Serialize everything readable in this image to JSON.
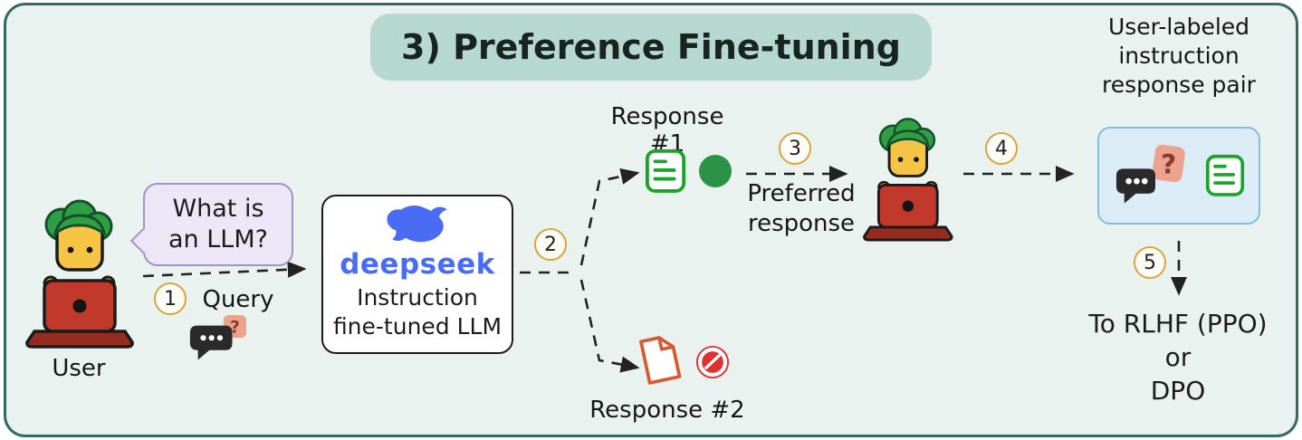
{
  "title": "3) Preference Fine-tuning",
  "user": {
    "label": "User",
    "bubble": {
      "line1": "What is",
      "line2": "an LLM?"
    }
  },
  "flow": {
    "step1": "1",
    "step2": "2",
    "step3": "3",
    "step4": "4",
    "step5": "5",
    "query_label": "Query",
    "preferred_line1": "Preferred",
    "preferred_line2": "response"
  },
  "query_icon": {
    "q_mark": "?"
  },
  "model": {
    "brand": "deepseek",
    "desc_line1": "Instruction",
    "desc_line2": "fine-tuned LLM"
  },
  "responses": {
    "r1_label": "Response #1",
    "r2_label": "Response #2"
  },
  "pair": {
    "title_line1": "User-labeled",
    "title_line2": "instruction",
    "title_line3": "response pair",
    "q_mark": "?"
  },
  "output": {
    "line1": "To RLHF (PPO)",
    "line2": "or",
    "line3": "DPO"
  },
  "colors": {
    "panel_bg": "#e9f2ef",
    "panel_border": "#356b5e",
    "title_bg": "#b6d8d0",
    "bubble_bg": "#ece6f6",
    "bubble_border": "#a391c9",
    "step_circle_border": "#dba43a",
    "brand_blue": "#4a6cf5",
    "doc_green": "#1ca32c",
    "accept_green": "#2b9348",
    "reject_red": "#e03131",
    "bad_doc_orange": "#d65a33",
    "pair_box_bg": "#dcecf7",
    "pair_box_border": "#8abbd8",
    "laptop_red": "#c0392b",
    "hair_green": "#2f9e44",
    "ink": "#1c1c1c"
  }
}
